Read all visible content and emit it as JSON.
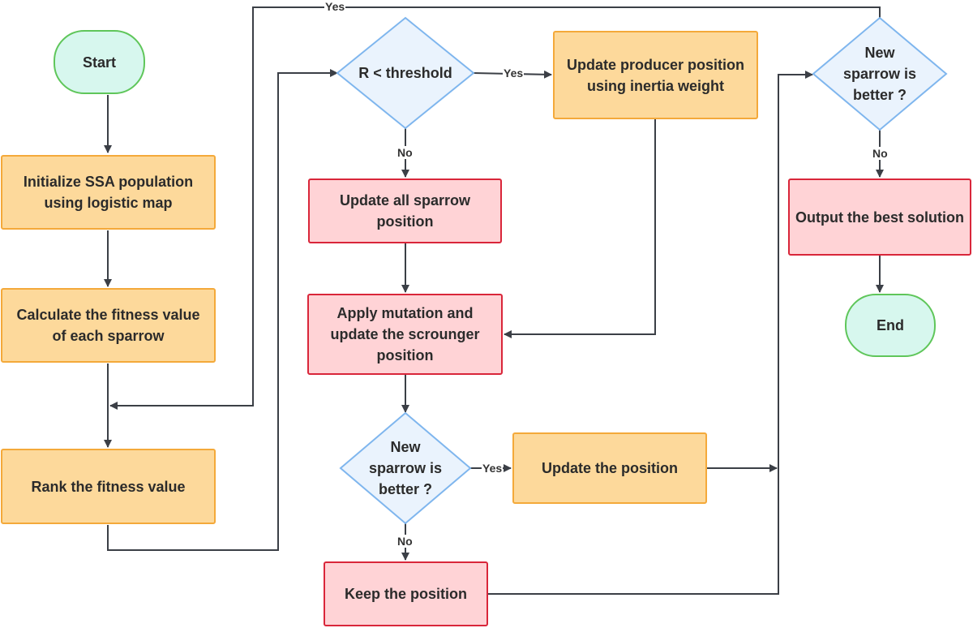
{
  "nodes": {
    "start": "Start",
    "init": "Initialize SSA population\nusing logistic map",
    "calc": "Calculate the fitness value\nof each sparrow",
    "rank": "Rank the fitness value",
    "r_threshold": "R < threshold",
    "update_producer": "Update producer position\nusing inertia weight",
    "update_all": "Update all sparrow\nposition",
    "apply_mutation": "Apply mutation and\nupdate the scrounger\nposition",
    "new_better_mid": "New\nsparrow is\nbetter ?",
    "update_position": "Update the position",
    "keep_position": "Keep the position",
    "new_better_top": "New\nsparrow is\nbetter ?",
    "output_best": "Output the best solution",
    "end": "End"
  },
  "edge_labels": {
    "top_yes": "Yes",
    "r_yes": "Yes",
    "r_no": "No",
    "mid_yes": "Yes",
    "mid_no": "No",
    "right_no": "No"
  },
  "colors": {
    "process_fill": "#fdd99b",
    "process_border": "#f4a93a",
    "alert_fill": "#ffd3d6",
    "alert_border": "#d9263a",
    "terminal_fill": "#d7f7ee",
    "terminal_border": "#5fc65a",
    "decision_fill": "#eaf3fd",
    "decision_border": "#7fb6ee",
    "connector": "#3b3f46"
  }
}
